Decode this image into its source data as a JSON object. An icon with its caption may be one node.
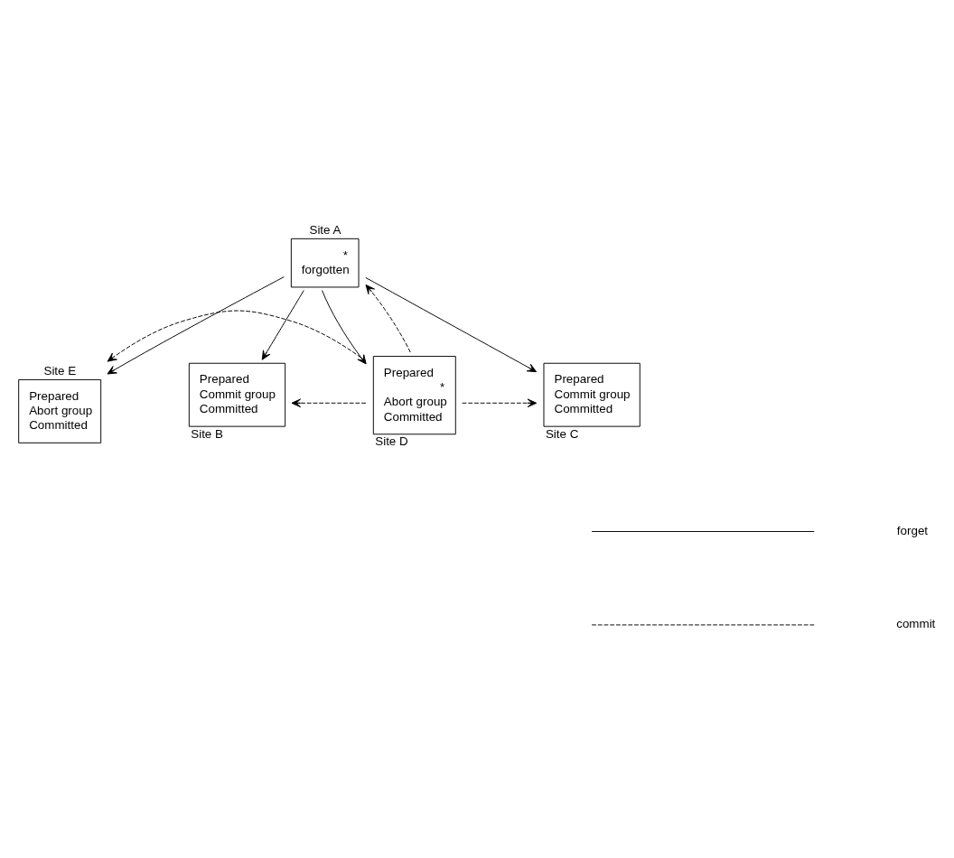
{
  "diagram": {
    "nodes": [
      {
        "text": [
          "Site A",
          "*",
          "forgotten"
        ]
      },
      {
        "text": [
          "Site E",
          "Prepared",
          "Abort group",
          "Committed"
        ]
      },
      {
        "text": [
          "Prepared",
          "Commit group",
          "Committed",
          "Site B"
        ]
      },
      {
        "text": [
          "Prepared",
          "*",
          "Abort group",
          "Committed",
          "Site D"
        ]
      },
      {
        "text": [
          "Prepared",
          "Commit group",
          "Committed",
          "Site C"
        ]
      }
    ],
    "edges": [
      {
        "from": 0,
        "to": 2,
        "arrow": "to"
      },
      {
        "from": 0,
        "to": 4,
        "arrow": "to"
      },
      {
        "from": 0,
        "to": 3,
        "arrow": "to"
      },
      {
        "from": 0,
        "to": 1,
        "arrow": "to"
      },
      {
        "from": 3,
        "to": 0,
        "arrow": "to",
        "style": "dashed"
      },
      {
        "from": 3,
        "to": 2,
        "arrow": "to",
        "style": "dashed"
      },
      {
        "from": 3,
        "to": 4,
        "arrow": "to",
        "style": "dashed"
      },
      {
        "from": 3,
        "to": 1,
        "arrow": "to",
        "style": "dashed"
      }
    ],
    "legend": [
      {
        "text": "forget"
      },
      {
        "text": "commit"
      }
    ]
  }
}
